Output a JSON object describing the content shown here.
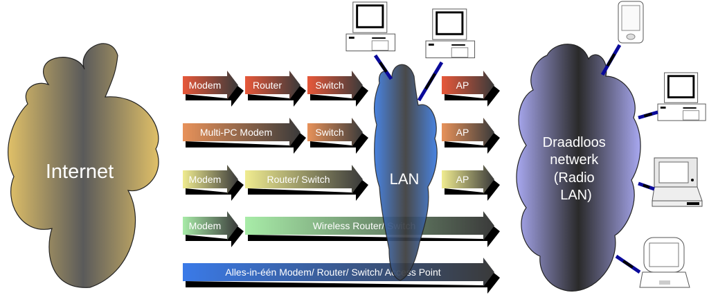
{
  "clouds": {
    "internet": {
      "label": "Internet",
      "edge_color": "#e0c068",
      "center_color": "#5a5a5a"
    },
    "lan": {
      "label": "LAN",
      "edge_color": "#3a7ae0",
      "center_color": "#3a3a3a"
    },
    "wireless": {
      "label_lines": [
        "Draadloos",
        "netwerk",
        "(Radio",
        "LAN)"
      ],
      "edge_color": "#a8a8f0",
      "center_color": "#2a2a2a"
    }
  },
  "rows": [
    {
      "color": "#e8583a",
      "arrows": [
        {
          "label": "Modem"
        },
        {
          "label": "Router"
        },
        {
          "label": "Switch"
        },
        {
          "label": "AP"
        }
      ]
    },
    {
      "color": "#e8925a",
      "arrows": [
        {
          "label": "Multi-PC Modem"
        },
        {
          "label": "Switch"
        },
        {
          "label": "AP"
        }
      ]
    },
    {
      "color": "#f0ec90",
      "arrows": [
        {
          "label": "Modem"
        },
        {
          "label": "Router/ Switch"
        },
        {
          "label": "AP"
        }
      ]
    },
    {
      "color": "#a8eca8",
      "arrows": [
        {
          "label": "Modem"
        },
        {
          "label": "Wireless Router/ Switch"
        }
      ]
    },
    {
      "color": "#3a7ae8",
      "arrows": [
        {
          "label": "Alles-in-één Modem/ Router/ Switch/ Access Point"
        }
      ]
    }
  ],
  "devices": {
    "lan": [
      {
        "type": "desktop-pc"
      },
      {
        "type": "desktop-pc"
      }
    ],
    "wireless": [
      {
        "type": "pda"
      },
      {
        "type": "desktop-pc"
      },
      {
        "type": "laptop"
      },
      {
        "type": "ibook-laptop"
      }
    ]
  },
  "link_color": "#0a0a9a"
}
